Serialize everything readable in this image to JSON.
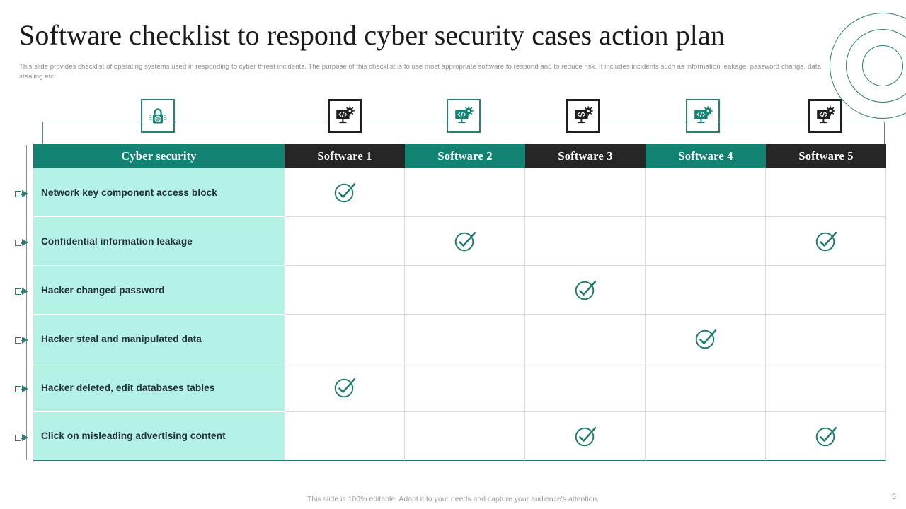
{
  "title": "Software checklist to respond cyber security cases action plan",
  "subtitle": "This slide provides checklist of operating systems used in responding to cyber threat incidents. The purpose of this checklist is to use most appropriate software to respond and to reduce risk. It includes incidents such as information leakage, password change, data stealing etc.",
  "colors": {
    "teal": "#128272",
    "dark": "#262626",
    "row_fill": "#b3f2e4",
    "check": "#1a7a6c",
    "rail": "#6d7d86"
  },
  "icons": [
    {
      "name": "padlock-network-icon",
      "style": "teal"
    },
    {
      "name": "monitor-code-gear-icon",
      "style": "dark"
    },
    {
      "name": "monitor-code-gear-icon",
      "style": "teal"
    },
    {
      "name": "monitor-code-gear-icon",
      "style": "dark"
    },
    {
      "name": "monitor-code-gear-icon",
      "style": "teal"
    },
    {
      "name": "monitor-code-gear-icon",
      "style": "dark"
    }
  ],
  "table": {
    "headers": [
      {
        "label": "Cyber security",
        "style": "teal"
      },
      {
        "label": "Software 1",
        "style": "dark"
      },
      {
        "label": "Software 2",
        "style": "teal"
      },
      {
        "label": "Software 3",
        "style": "dark"
      },
      {
        "label": "Software 4",
        "style": "teal"
      },
      {
        "label": "Software 5",
        "style": "dark"
      }
    ],
    "rows": [
      {
        "label": "Network key  component  access block",
        "checks": [
          true,
          false,
          false,
          false,
          false
        ]
      },
      {
        "label": "Confidential  information leakage",
        "checks": [
          false,
          true,
          false,
          false,
          true
        ]
      },
      {
        "label": "Hacker changed password",
        "checks": [
          false,
          false,
          true,
          false,
          false
        ]
      },
      {
        "label": "Hacker steal and manipulated data",
        "checks": [
          false,
          false,
          false,
          true,
          false
        ]
      },
      {
        "label": "Hacker deleted, edit databases tables",
        "checks": [
          true,
          false,
          false,
          false,
          false
        ]
      },
      {
        "label": "Click on misleading advertising content",
        "checks": [
          false,
          false,
          true,
          false,
          true
        ]
      }
    ]
  },
  "footer": {
    "note": "This slide is 100% editable. Adapt it to your needs and capture your audience's attention.",
    "page": "5"
  }
}
